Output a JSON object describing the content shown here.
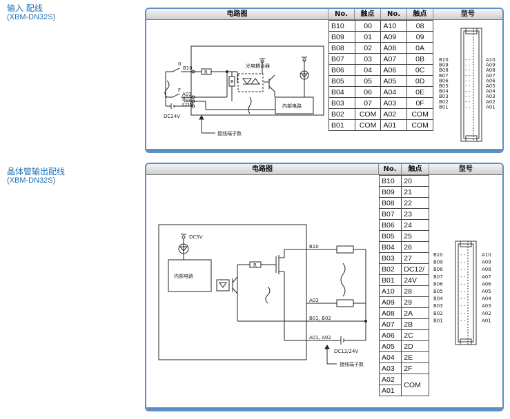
{
  "sections": [
    {
      "title": "输入 配线",
      "subtitle": "(XBM-DN32S)",
      "headers": {
        "circuit": "电路图",
        "no": "No.",
        "contact": "触点",
        "model": "型号"
      },
      "circuit_labels": {
        "opto": "光电耦合器",
        "internal": "内部电路",
        "terminal": "接线端子数",
        "power": "DC24V",
        "b10": "B10",
        "a03": "A03",
        "b02": "B02",
        "com": "COM",
        "r1": "R",
        "r2": "R",
        "zero": "0",
        "f": "F"
      },
      "rows": [
        [
          "B10",
          "00",
          "A10",
          "08"
        ],
        [
          "B09",
          "01",
          "A09",
          "09"
        ],
        [
          "B08",
          "02",
          "A08",
          "0A"
        ],
        [
          "B07",
          "03",
          "A07",
          "0B"
        ],
        [
          "B06",
          "04",
          "A06",
          "0C"
        ],
        [
          "B05",
          "05",
          "A05",
          "0D"
        ],
        [
          "B04",
          "06",
          "A04",
          "0E"
        ],
        [
          "B03",
          "07",
          "A03",
          "0F"
        ],
        [
          "B02",
          "COM",
          "A02",
          "COM"
        ],
        [
          "B01",
          "COM",
          "A01",
          "COM"
        ]
      ],
      "connector": {
        "left": [
          "B10",
          "B09",
          "B08",
          "B07",
          "B06",
          "B05",
          "B04",
          "B03",
          "B02",
          "B01"
        ],
        "right": [
          "A10",
          "A09",
          "A08",
          "A07",
          "A06",
          "A05",
          "A04",
          "A03",
          "A02",
          "A01"
        ]
      }
    },
    {
      "title": "晶体管输出配线",
      "subtitle": "(XBM-DN32S)",
      "headers": {
        "circuit": "电路图",
        "no": "No.",
        "contact": "触点",
        "model": "型号"
      },
      "circuit_labels": {
        "dc5v": "DC5V",
        "internal": "内部电路",
        "r": "R",
        "b10": "B10",
        "a03": "A03",
        "b01b02": "B01, B02",
        "a01a02": "A01, A02",
        "power": "DC12/24V",
        "terminal": "接线端子数"
      },
      "rows": [
        [
          "B10",
          "20"
        ],
        [
          "B09",
          "21"
        ],
        [
          "B08",
          "22"
        ],
        [
          "B07",
          "23"
        ],
        [
          "B06",
          "24"
        ],
        [
          "B05",
          "25"
        ],
        [
          "B04",
          "26"
        ],
        [
          "B03",
          "27"
        ],
        [
          "B02",
          "DC12/"
        ],
        [
          "B01",
          "24V"
        ],
        [
          "A10",
          "28"
        ],
        [
          "A09",
          "29"
        ],
        [
          "A08",
          "2A"
        ],
        [
          "A07",
          "2B"
        ],
        [
          "A06",
          "2C"
        ],
        [
          "A05",
          "2D"
        ],
        [
          "A04",
          "2E"
        ],
        [
          "A03",
          "2F"
        ],
        [
          "A02",
          "COM"
        ],
        [
          "A01",
          ""
        ]
      ],
      "connector": {
        "left": [
          "B10",
          "B09",
          "B08",
          "B07",
          "B06",
          "B05",
          "B04",
          "B03",
          "B02",
          "B01"
        ],
        "right": [
          "A10",
          "A09",
          "A08",
          "A07",
          "A06",
          "A05",
          "A04",
          "A03",
          "A02",
          "A01"
        ]
      }
    }
  ]
}
